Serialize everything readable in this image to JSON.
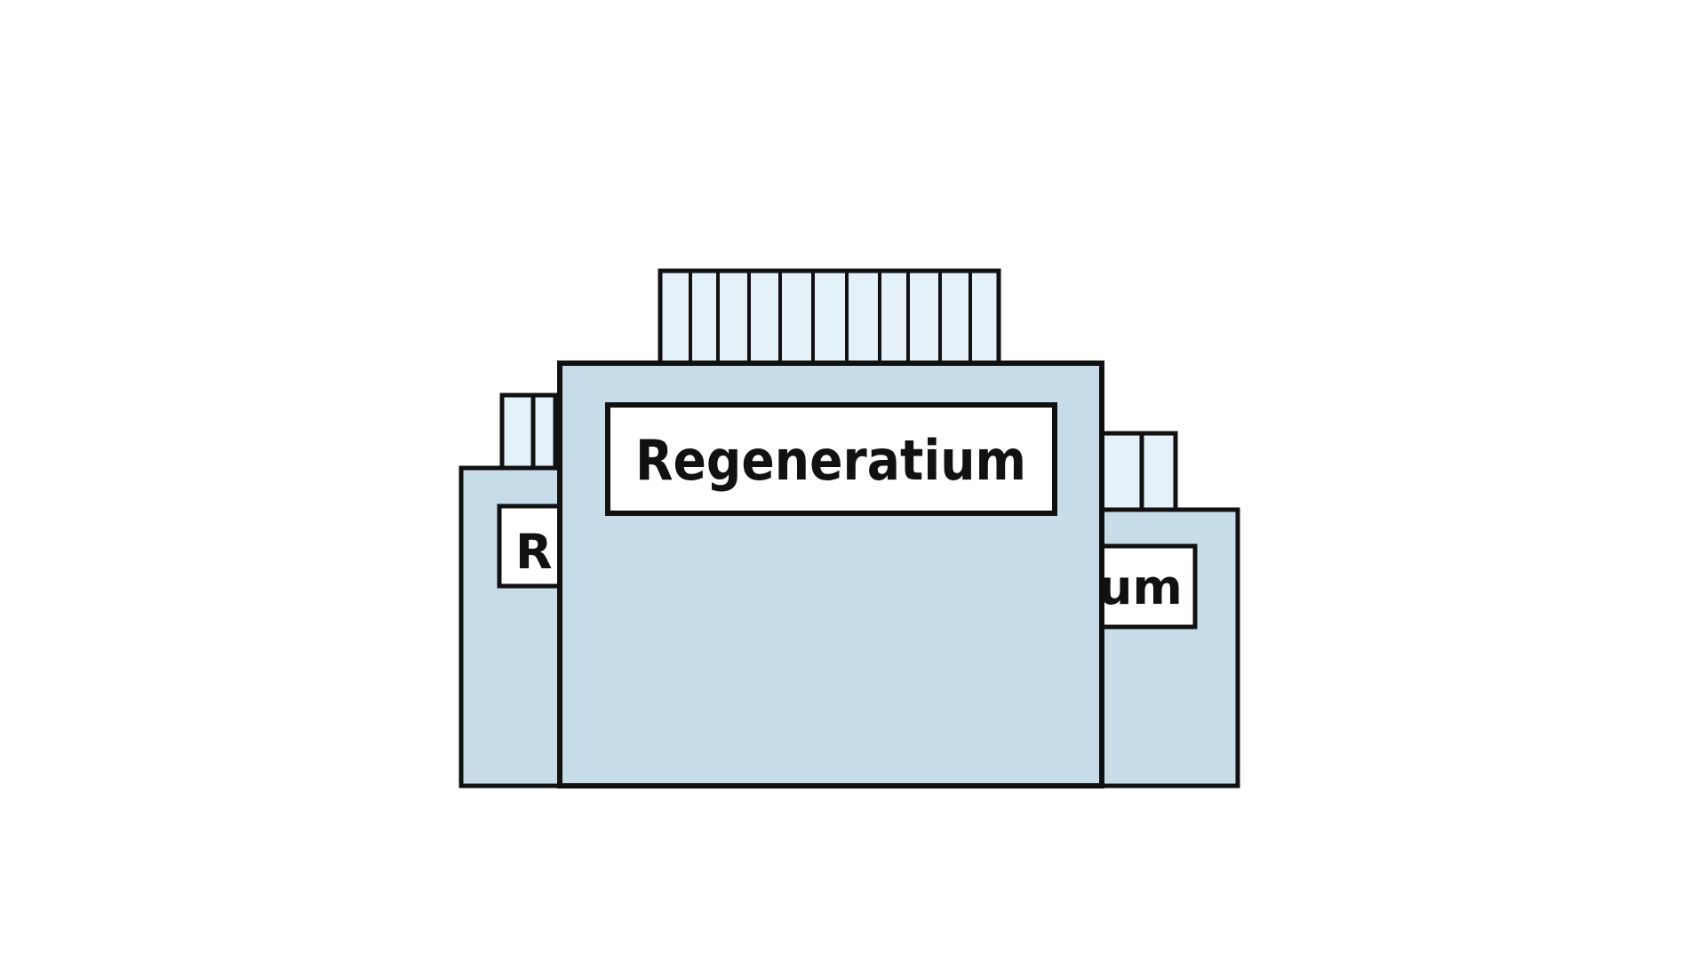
{
  "scene": {
    "colors": {
      "background": "#ffffff",
      "jar_body": "#c6dde9",
      "lid": "#e4f1f9",
      "label": "#ffffff",
      "outline": "#111111"
    }
  },
  "jars": {
    "left": {
      "label_text": "R"
    },
    "center": {
      "label_text": "Regeneratium"
    },
    "right": {
      "label_text": "um"
    }
  }
}
